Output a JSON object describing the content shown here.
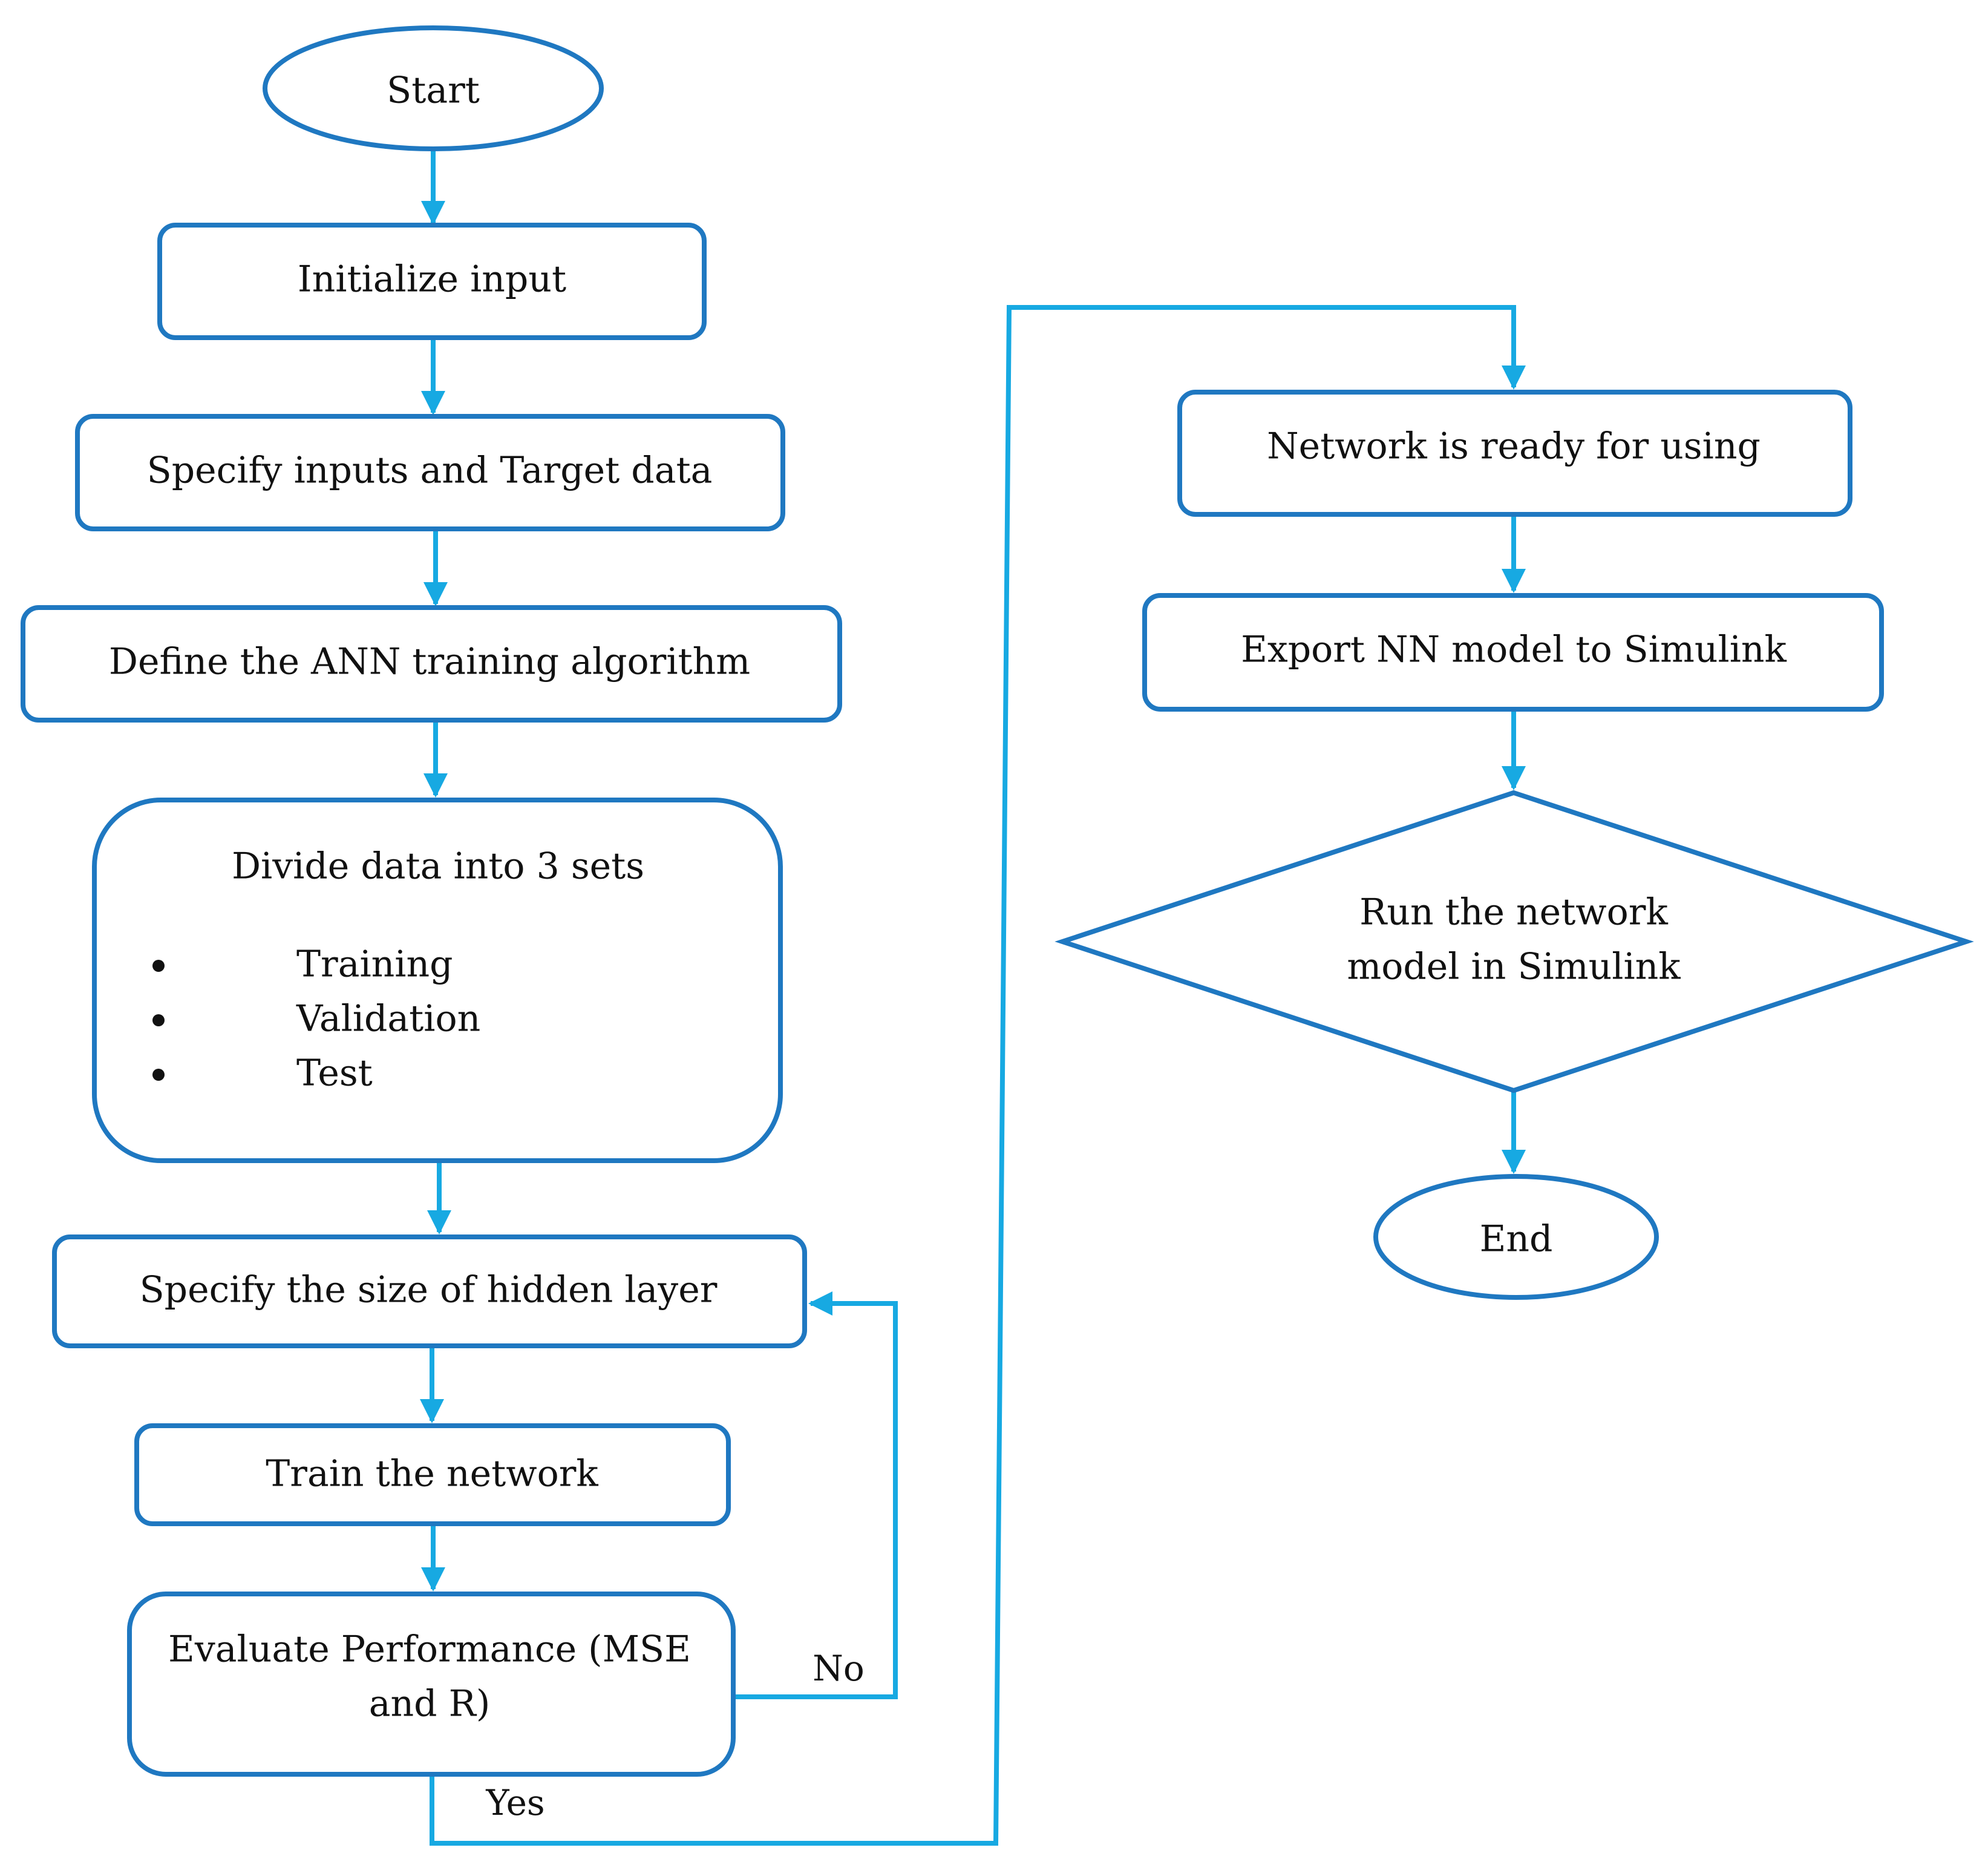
{
  "colors": {
    "node_stroke": "#1f78c1",
    "connector": "#17a9e2",
    "text": "#111111",
    "background": "#ffffff"
  },
  "nodes": {
    "start": "Start",
    "initialize": "Initialize input",
    "specify_inputs": "Specify inputs and Target data",
    "define_algorithm": "Define the ANN training algorithm",
    "divide_data": {
      "title": "Divide data into 3 sets",
      "items": [
        "Training",
        "Validation",
        "Test"
      ]
    },
    "hidden_layer": "Specify the size of hidden layer",
    "train": "Train the network",
    "evaluate": {
      "line1": "Evaluate Performance (MSE",
      "line2": "and R)"
    },
    "network_ready": "Network is ready for using",
    "export": "Export NN model to Simulink",
    "run": {
      "line1": "Run the network",
      "line2": "model in Simulink"
    },
    "end": "End"
  },
  "branch_labels": {
    "no": "No",
    "yes": "Yes"
  }
}
